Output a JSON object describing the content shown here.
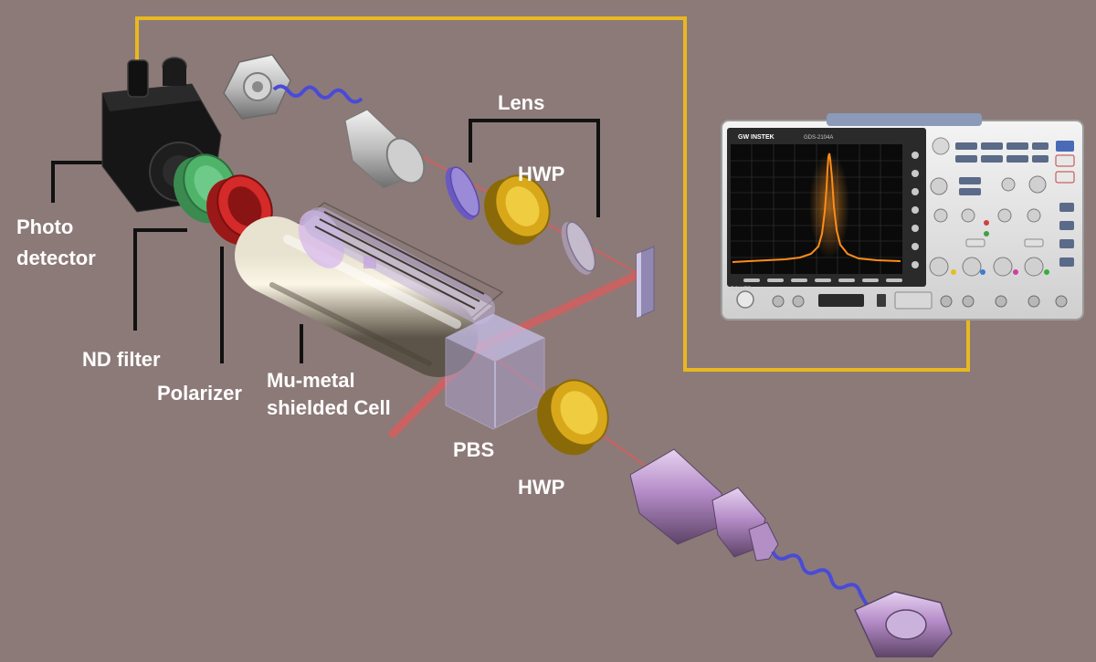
{
  "labels": {
    "photo_detector": [
      "Photo",
      "detector"
    ],
    "nd_filter": "ND filter",
    "polarizer": "Polarizer",
    "cell": [
      "Mu-metal",
      "shielded Cell"
    ],
    "lens": "Lens",
    "hwp_top": "HWP",
    "hwp_bottom": "HWP",
    "pbs": "PBS"
  },
  "oscilloscope": {
    "brand": "GW INSTEK",
    "model": "GDS-2104A",
    "power_label": "POWER"
  },
  "colors": {
    "background": "#8c7a78",
    "signal_cable": "#e8b820",
    "laser_beam": "#e05a5a",
    "fiber": "#4a4ad8",
    "nd_filter": "#4fb36a",
    "polarizer": "#d42a2a",
    "hwp": "#d8a81a",
    "lens": "#9a8ad8",
    "scope_trace": "#ff8c1a",
    "leader_lines": "#111111",
    "label_text": "#ffffff"
  }
}
